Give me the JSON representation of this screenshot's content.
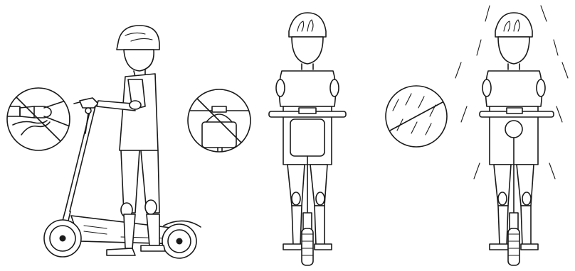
{
  "figure": {
    "panels": [
      {
        "id": "side-view-riding-posture"
      },
      {
        "id": "front-view-upright-posture"
      },
      {
        "id": "front-view-rainy-weather"
      }
    ],
    "callouts": [
      {
        "id": "no-hand-grip-modification",
        "symbol": "prohibited"
      },
      {
        "id": "no-hanging-bag-on-handlebar",
        "symbol": "prohibited"
      },
      {
        "id": "no-riding-in-rain",
        "symbol": "prohibited"
      }
    ],
    "colors": {
      "line": "#1a1a1a",
      "background": "#ffffff"
    }
  }
}
